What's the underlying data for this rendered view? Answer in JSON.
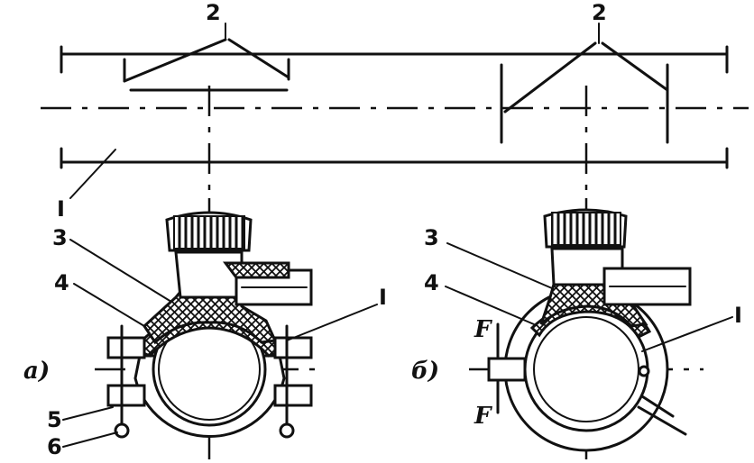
{
  "labels": {
    "top_left_2": "2",
    "top_right_2": "2",
    "pipe_left_1": "I",
    "a3": "3",
    "a4": "4",
    "a1": "I",
    "a5": "5",
    "a6": "6",
    "a_caption": "a)",
    "b3": "3",
    "b4": "4",
    "b1": "I",
    "bF1": "F",
    "bF2": "F",
    "b_caption": "б)"
  }
}
